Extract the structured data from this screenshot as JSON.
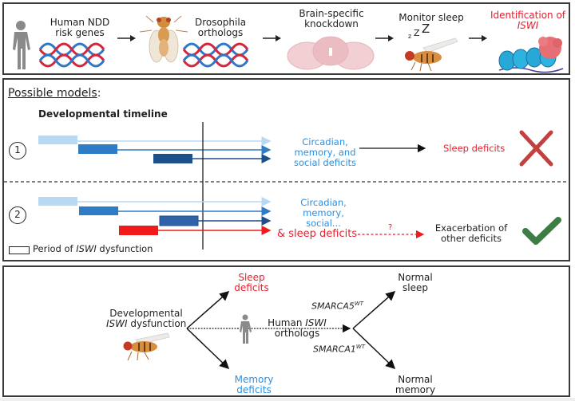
{
  "pipeline": {
    "steps": [
      {
        "label_line1": "Human NDD",
        "label_line2": "risk genes",
        "icon": "human-silhouette-icon"
      },
      {
        "label_line1": "Drosophila",
        "label_line2": "orthologs",
        "icon": "fruit-fly-icon"
      },
      {
        "label_line1": "Brain-specific",
        "label_line2": "knockdown",
        "icon": "fly-brain-icon"
      },
      {
        "label_line1": "Monitor sleep",
        "label_line2": "",
        "icon": "sleeping-fly-icon"
      },
      {
        "label_line1": "Identification of",
        "label_line2": "ISWI",
        "icon": "nucleosome-remodeler-icon"
      }
    ],
    "sleep_z": "z",
    "sleep_Z1": "Z",
    "sleep_Z2": "Z",
    "colors": {
      "dna_red": "#d3263a",
      "dna_blue": "#2e78c9",
      "highlight_red": "#e5202e"
    }
  },
  "models": {
    "heading": "Possible models",
    "heading_suffix": ":",
    "timeline_label": "Developmental timeline",
    "model1": {
      "number": "1",
      "outcome_line1": "Circadian,",
      "outcome_line2": "memory, and",
      "outcome_line3": "social deficits",
      "result": "Sleep deficits",
      "verdict": "rejected",
      "verdict_icon": "red-x-icon"
    },
    "model2": {
      "number": "2",
      "outcome_line1": "Circadian,",
      "outcome_line2": "memory,",
      "outcome_line3": "social...",
      "outcome_line4": "& sleep deficits",
      "question": "?",
      "result_line1": "Exacerbation of",
      "result_line2": "other deficits",
      "verdict": "supported",
      "verdict_icon": "green-check-icon"
    },
    "legend_prefix": "Period of ",
    "legend_gene": "ISWI",
    "legend_suffix": " dysfunction",
    "colors": {
      "bar_light": "#b9d8f2",
      "bar_mid": "#2f7cc6",
      "bar_dark": "#1d4f8c",
      "bar_red": "#f01a1a",
      "x_mark": "#c2413f",
      "check_mark": "#3d7d43"
    }
  },
  "summary": {
    "origin_line1": "Developmental",
    "origin_gene": "ISWI",
    "origin_line2_suffix": " dysfunction",
    "sleep_line1": "Sleep",
    "sleep_line2": "deficits",
    "memory_line1": "Memory",
    "memory_line2": "deficits",
    "rescue_line1_prefix": "Human ",
    "rescue_gene": "ISWI",
    "rescue_line2": "orthologs",
    "ortholog_a": "SMARCA5",
    "ortholog_a_sup": "WT",
    "ortholog_b": "SMARCA1",
    "ortholog_b_sup": "WT",
    "normal_sleep_line1": "Normal",
    "normal_sleep_line2": "sleep",
    "normal_memory_line1": "Normal",
    "normal_memory_line2": "memory"
  }
}
